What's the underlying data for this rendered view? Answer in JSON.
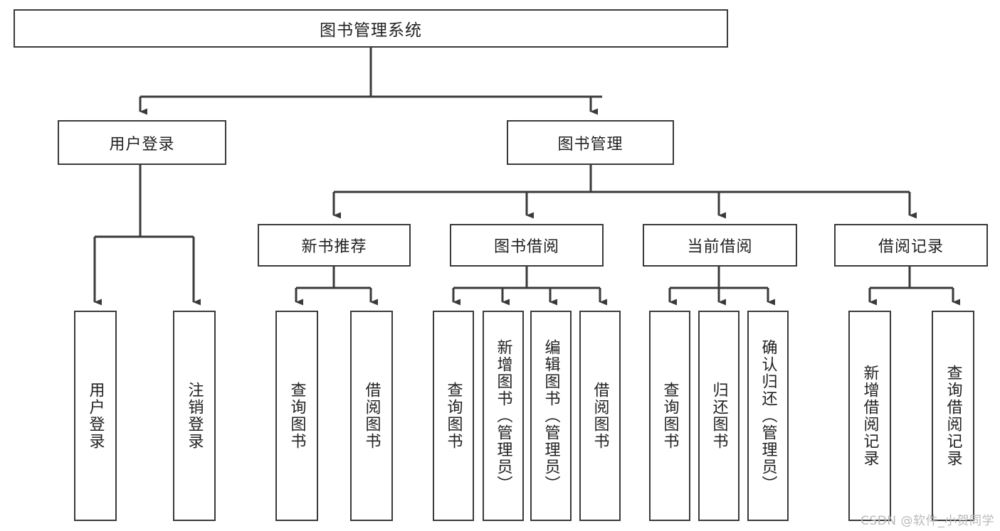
{
  "diagram": {
    "title": "图书管理系统",
    "type": "tree-hierarchy",
    "levels": 4,
    "colors": {
      "stroke": "#3a3a3a",
      "fill": "#ffffff",
      "text": "#222222",
      "watermark": "#b9b9b9"
    },
    "root": {
      "id": "root",
      "label": "图书管理系统"
    },
    "level2": [
      {
        "id": "user-login",
        "label": "用户登录"
      },
      {
        "id": "book-manage",
        "label": "图书管理"
      }
    ],
    "level3": [
      {
        "id": "new-book-recommend",
        "label": "新书推荐",
        "parent": "book-manage"
      },
      {
        "id": "book-borrow",
        "label": "图书借阅",
        "parent": "book-manage"
      },
      {
        "id": "current-borrow",
        "label": "当前借阅",
        "parent": "book-manage"
      },
      {
        "id": "borrow-record",
        "label": "借阅记录",
        "parent": "book-manage"
      }
    ],
    "leaves": [
      {
        "id": "leaf-user-login",
        "label": "用户登录",
        "parent": "user-login"
      },
      {
        "id": "leaf-logout",
        "label": "注销登录",
        "parent": "user-login"
      },
      {
        "id": "leaf-query-book-1",
        "label": "查询图书",
        "parent": "new-book-recommend"
      },
      {
        "id": "leaf-borrow-book-1",
        "label": "借阅图书",
        "parent": "new-book-recommend"
      },
      {
        "id": "leaf-query-book-2",
        "label": "查询图书",
        "parent": "book-borrow"
      },
      {
        "id": "leaf-add-book",
        "label": "新增图书（管理员）",
        "parent": "book-borrow"
      },
      {
        "id": "leaf-edit-book",
        "label": "编辑图书（管理员）",
        "parent": "book-borrow"
      },
      {
        "id": "leaf-borrow-book-2",
        "label": "借阅图书",
        "parent": "book-borrow"
      },
      {
        "id": "leaf-query-book-3",
        "label": "查询图书",
        "parent": "current-borrow"
      },
      {
        "id": "leaf-return-book",
        "label": "归还图书",
        "parent": "current-borrow"
      },
      {
        "id": "leaf-confirm-return",
        "label": "确认归还（管理员）",
        "parent": "current-borrow"
      },
      {
        "id": "leaf-add-record",
        "label": "新增借阅记录",
        "parent": "borrow-record"
      },
      {
        "id": "leaf-query-record",
        "label": "查询借阅记录",
        "parent": "borrow-record"
      }
    ]
  },
  "watermark": {
    "text": "CSDN @软件_小贺同学"
  }
}
